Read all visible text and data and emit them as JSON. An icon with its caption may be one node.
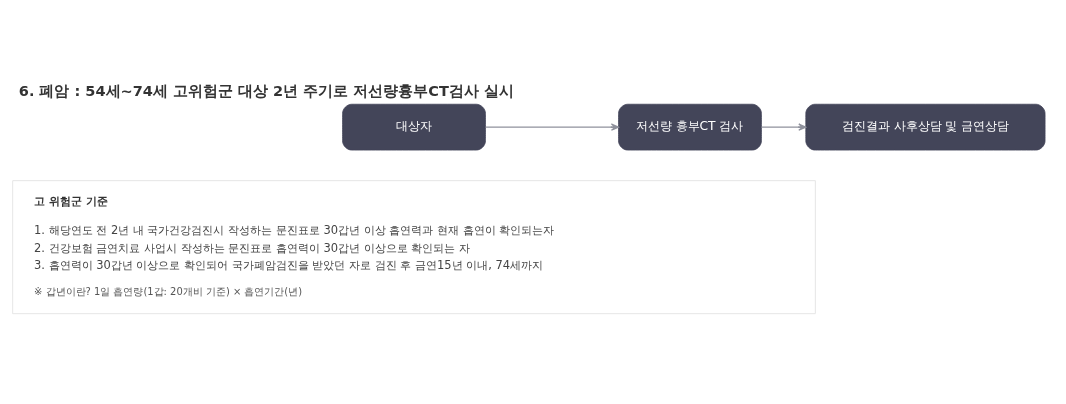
{
  "diagram": {
    "title": "6. 폐암 : 54세~74세 고위험군 대상 2년 주기로 저선량흉부CT검사 실시",
    "nodes": [
      {
        "text": [
          "대상자"
        ]
      },
      {
        "text": [
          "저선량 흉부CT 검사"
        ]
      },
      {
        "text": [
          "검진결과 사후상담 및 금연상담"
        ]
      },
      {
        "text": [
          "고 위험군 기준",
          "1. 해당연도 전 2년 내 국가건강검진시 작성하는 문진표로 30갑년 이상 흡연력과 현재 흡연이 확인되는자",
          "2. 건강보험 금연치료 사업시 작성하는 문진표로 흡연력이 30갑년 이상으로 확인되는 자",
          "3. 흡연력이 30갑년 이상으로 확인되어 국가폐암검진을 받았던 자로 검진 후 금연15년 이내, 74세까지",
          "※ 갑년이란? 1일 흡연량(1갑: 20개비 기준) × 흡연기간(년)"
        ]
      }
    ],
    "edges": [
      {
        "from": 0,
        "to": 1,
        "arrow": "to"
      },
      {
        "from": 1,
        "to": 2,
        "arrow": "to"
      }
    ]
  }
}
